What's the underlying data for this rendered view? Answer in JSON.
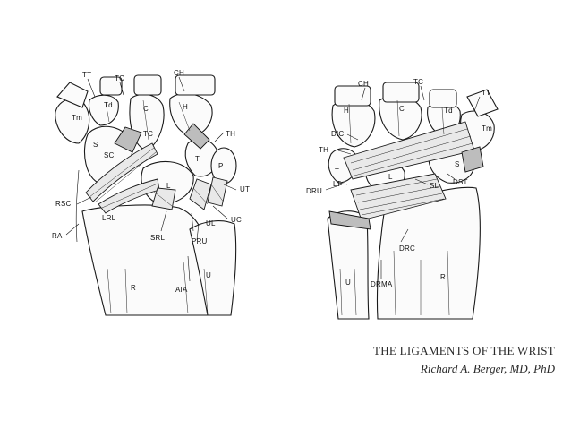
{
  "palmar_view": {
    "labels": [
      "TT",
      "TC",
      "CH",
      "Td",
      "Tm",
      "C",
      "H",
      "S",
      "SC",
      "TC",
      "TH",
      "T",
      "P",
      "L",
      "RSC",
      "LRL",
      "RA",
      "SRL",
      "UL",
      "UT",
      "UC",
      "PRU",
      "AIA",
      "R",
      "U"
    ]
  },
  "dorsal_view": {
    "labels": [
      "CH",
      "TC",
      "TT",
      "H",
      "C",
      "Td",
      "Tm",
      "DIC",
      "TH",
      "T",
      "S",
      "L",
      "SL",
      "DST",
      "DRU",
      "LT",
      "DRC",
      "R",
      "U",
      "DRMA"
    ]
  },
  "caption": {
    "title": "THE LIGAMENTS OF THE WRIST",
    "author": "Richard A. Berger, MD, PhD"
  },
  "colors": {
    "ink": "#1a1a1a",
    "paper": "#ffffff"
  }
}
